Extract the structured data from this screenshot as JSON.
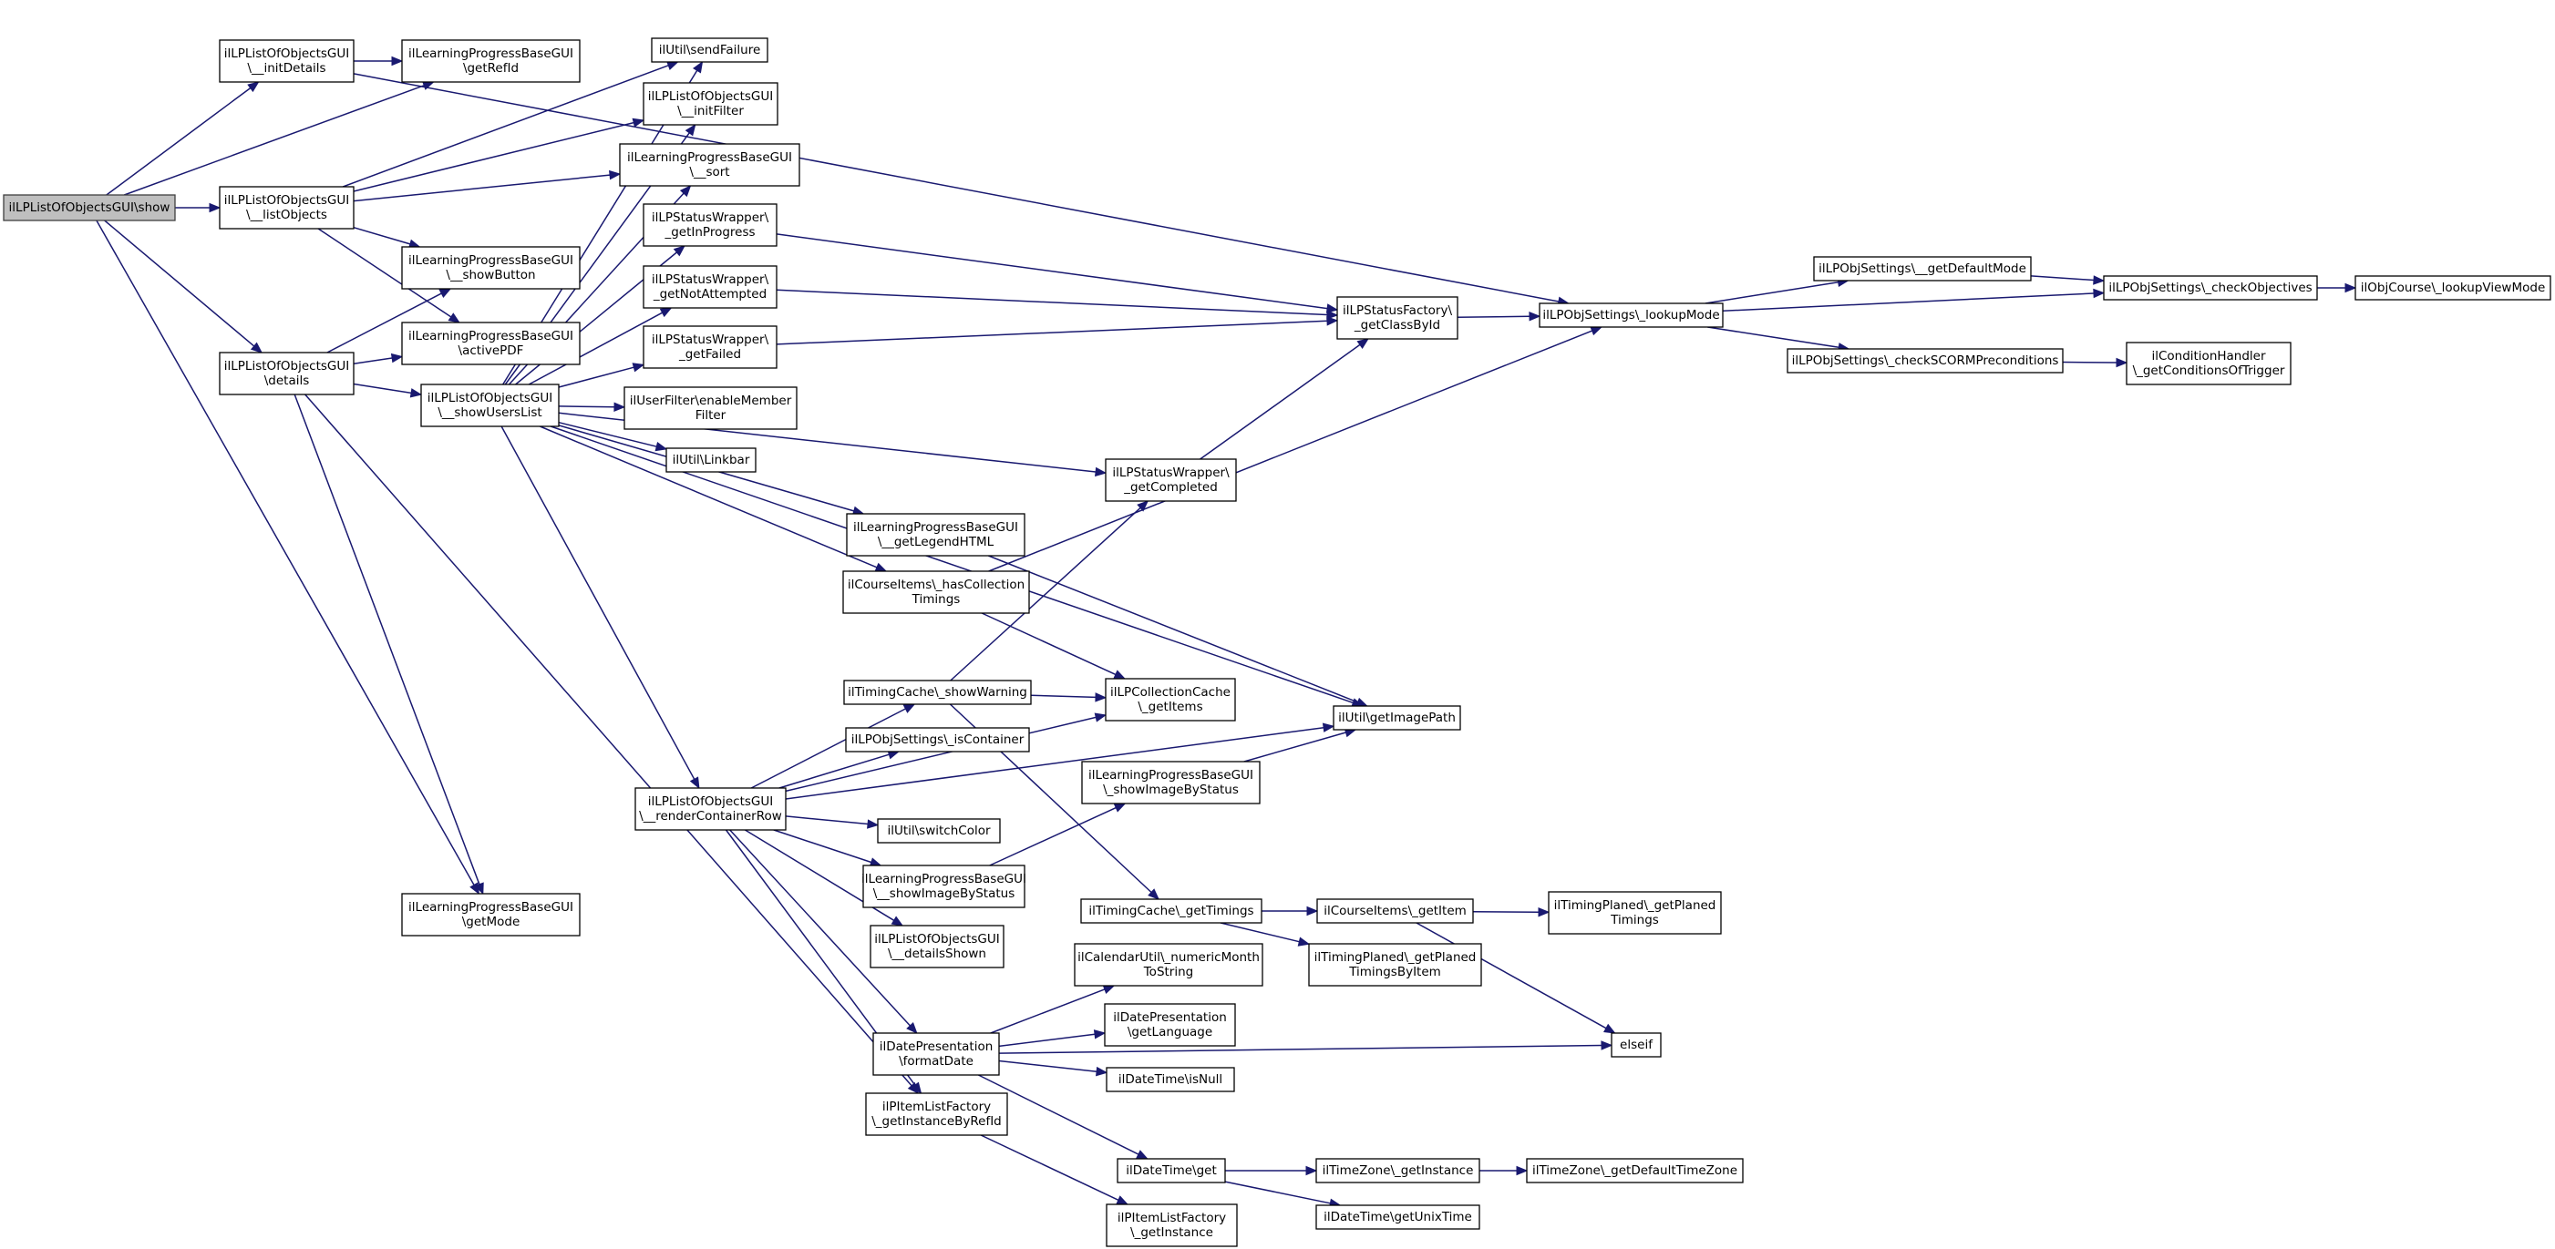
{
  "diagram": {
    "nodes": [
      {
        "id": "show",
        "lines": [
          "ilLPListOfObjectsGUI\\show"
        ],
        "root": true
      },
      {
        "id": "initDetails",
        "lines": [
          "ilLPListOfObjectsGUI",
          "\\__initDetails"
        ]
      },
      {
        "id": "listObjects",
        "lines": [
          "ilLPListOfObjectsGUI",
          "\\__listObjects"
        ]
      },
      {
        "id": "details",
        "lines": [
          "ilLPListOfObjectsGUI",
          "\\details"
        ]
      },
      {
        "id": "getRefId",
        "lines": [
          "ilLearningProgressBaseGUI",
          "\\getRefId"
        ]
      },
      {
        "id": "showButton",
        "lines": [
          "ilLearningProgressBaseGUI",
          "\\__showButton"
        ]
      },
      {
        "id": "activePDF",
        "lines": [
          "ilLearningProgressBaseGUI",
          "\\activePDF"
        ]
      },
      {
        "id": "getMode",
        "lines": [
          "ilLearningProgressBaseGUI",
          "\\getMode"
        ]
      },
      {
        "id": "showUsersList",
        "lines": [
          "ilLPListOfObjectsGUI",
          "\\__showUsersList"
        ]
      },
      {
        "id": "sendFailure",
        "lines": [
          "ilUtil\\sendFailure"
        ]
      },
      {
        "id": "initFilter",
        "lines": [
          "ilLPListOfObjectsGUI",
          "\\__initFilter"
        ]
      },
      {
        "id": "sort",
        "lines": [
          "ilLearningProgressBaseGUI",
          "\\__sort"
        ]
      },
      {
        "id": "getInProgress",
        "lines": [
          "ilLPStatusWrapper\\",
          "_getInProgress"
        ]
      },
      {
        "id": "getNotAttempted",
        "lines": [
          "ilLPStatusWrapper\\",
          "_getNotAttempted"
        ]
      },
      {
        "id": "getFailed",
        "lines": [
          "ilLPStatusWrapper\\",
          "_getFailed"
        ]
      },
      {
        "id": "enableMemberFilter",
        "lines": [
          "ilUserFilter\\enableMember",
          "Filter"
        ]
      },
      {
        "id": "linkbar",
        "lines": [
          "ilUtil\\Linkbar"
        ]
      },
      {
        "id": "getCompleted",
        "lines": [
          "ilLPStatusWrapper\\",
          "_getCompleted"
        ]
      },
      {
        "id": "getLegendHTML",
        "lines": [
          "ilLearningProgressBaseGUI",
          "\\__getLegendHTML"
        ]
      },
      {
        "id": "hasCollectionTimings",
        "lines": [
          "ilCourseItems\\_hasCollection",
          "Timings"
        ]
      },
      {
        "id": "getClassById",
        "lines": [
          "ilLPStatusFactory\\",
          "_getClassById"
        ]
      },
      {
        "id": "lookupMode",
        "lines": [
          "ilLPObjSettings\\_lookupMode"
        ]
      },
      {
        "id": "getDefaultMode",
        "lines": [
          "ilLPObjSettings\\__getDefaultMode"
        ]
      },
      {
        "id": "checkObjectives",
        "lines": [
          "ilLPObjSettings\\_checkObjectives"
        ]
      },
      {
        "id": "lookupViewMode",
        "lines": [
          "ilObjCourse\\_lookupViewMode"
        ]
      },
      {
        "id": "checkSCORM",
        "lines": [
          "ilLPObjSettings\\_checkSCORMPreconditions"
        ]
      },
      {
        "id": "getConditionsOfTrigger",
        "lines": [
          "ilConditionHandler",
          "\\_getConditionsOfTrigger"
        ]
      },
      {
        "id": "showWarning",
        "lines": [
          "ilTimingCache\\_showWarning"
        ]
      },
      {
        "id": "collectionGetItems",
        "lines": [
          "ilLPCollectionCache",
          "\\_getItems"
        ]
      },
      {
        "id": "getImagePath",
        "lines": [
          "ilUtil\\getImagePath"
        ]
      },
      {
        "id": "isContainer",
        "lines": [
          "ilLPObjSettings\\_isContainer"
        ]
      },
      {
        "id": "renderContainerRow",
        "lines": [
          "ilLPListOfObjectsGUI",
          "\\__renderContainerRow"
        ]
      },
      {
        "id": "showImageByStatus1",
        "lines": [
          "ilLearningProgressBaseGUI",
          "\\_showImageByStatus"
        ]
      },
      {
        "id": "switchColor",
        "lines": [
          "ilUtil\\switchColor"
        ]
      },
      {
        "id": "showImageByStatus2",
        "lines": [
          "ilLearningProgressBaseGUI",
          "\\__showImageByStatus"
        ]
      },
      {
        "id": "detailsShown",
        "lines": [
          "ilLPListOfObjectsGUI",
          "\\__detailsShown"
        ]
      },
      {
        "id": "getTimings",
        "lines": [
          "ilTimingCache\\_getTimings"
        ]
      },
      {
        "id": "courseGetItem",
        "lines": [
          "ilCourseItems\\_getItem"
        ]
      },
      {
        "id": "getPlanedTimings",
        "lines": [
          "ilTimingPlaned\\_getPlaned",
          "Timings"
        ]
      },
      {
        "id": "getPlanedTimingsByItem",
        "lines": [
          "ilTimingPlaned\\_getPlaned",
          "TimingsByItem"
        ]
      },
      {
        "id": "numericMonth",
        "lines": [
          "ilCalendarUtil\\_numericMonth",
          "ToString"
        ]
      },
      {
        "id": "getLanguage",
        "lines": [
          "ilDatePresentation",
          "\\getLanguage"
        ]
      },
      {
        "id": "formatDate",
        "lines": [
          "ilDatePresentation",
          "\\formatDate"
        ]
      },
      {
        "id": "isNull",
        "lines": [
          "ilDateTime\\isNull"
        ]
      },
      {
        "id": "elseif",
        "lines": [
          "elseif"
        ]
      },
      {
        "id": "getInstanceByRefId",
        "lines": [
          "ilPItemListFactory",
          "\\_getInstanceByRefId"
        ]
      },
      {
        "id": "dateTimeGet",
        "lines": [
          "ilDateTime\\get"
        ]
      },
      {
        "id": "tzGetInstance",
        "lines": [
          "ilTimeZone\\_getInstance"
        ]
      },
      {
        "id": "getDefaultTimeZone",
        "lines": [
          "ilTimeZone\\_getDefaultTimeZone"
        ]
      },
      {
        "id": "getUnixTime",
        "lines": [
          "ilDateTime\\getUnixTime"
        ]
      },
      {
        "id": "itemListGetInstance",
        "lines": [
          "ilPItemListFactory",
          "\\_getInstance"
        ]
      }
    ],
    "edges": [
      [
        "show",
        "initDetails"
      ],
      [
        "show",
        "listObjects"
      ],
      [
        "show",
        "details"
      ],
      [
        "show",
        "getRefId"
      ],
      [
        "show",
        "getMode"
      ],
      [
        "initDetails",
        "getRefId"
      ],
      [
        "initDetails",
        "lookupMode"
      ],
      [
        "listObjects",
        "sendFailure"
      ],
      [
        "listObjects",
        "initFilter"
      ],
      [
        "listObjects",
        "sort"
      ],
      [
        "listObjects",
        "showButton"
      ],
      [
        "listObjects",
        "activePDF"
      ],
      [
        "details",
        "showButton"
      ],
      [
        "details",
        "activePDF"
      ],
      [
        "details",
        "showUsersList"
      ],
      [
        "details",
        "getMode"
      ],
      [
        "details",
        "getInstanceByRefId"
      ],
      [
        "showUsersList",
        "sendFailure"
      ],
      [
        "showUsersList",
        "initFilter"
      ],
      [
        "showUsersList",
        "sort"
      ],
      [
        "showUsersList",
        "getInProgress"
      ],
      [
        "showUsersList",
        "getNotAttempted"
      ],
      [
        "showUsersList",
        "getFailed"
      ],
      [
        "showUsersList",
        "enableMemberFilter"
      ],
      [
        "showUsersList",
        "linkbar"
      ],
      [
        "showUsersList",
        "getCompleted"
      ],
      [
        "showUsersList",
        "getLegendHTML"
      ],
      [
        "showUsersList",
        "hasCollectionTimings"
      ],
      [
        "showUsersList",
        "getImagePath"
      ],
      [
        "showUsersList",
        "renderContainerRow"
      ],
      [
        "getInProgress",
        "getClassById"
      ],
      [
        "getNotAttempted",
        "getClassById"
      ],
      [
        "getFailed",
        "getClassById"
      ],
      [
        "getCompleted",
        "getClassById"
      ],
      [
        "getClassById",
        "lookupMode"
      ],
      [
        "lookupMode",
        "getDefaultMode"
      ],
      [
        "lookupMode",
        "checkObjectives"
      ],
      [
        "lookupMode",
        "checkSCORM"
      ],
      [
        "getDefaultMode",
        "checkObjectives"
      ],
      [
        "checkObjectives",
        "lookupViewMode"
      ],
      [
        "checkSCORM",
        "getConditionsOfTrigger"
      ],
      [
        "getLegendHTML",
        "getImagePath"
      ],
      [
        "hasCollectionTimings",
        "lookupMode"
      ],
      [
        "hasCollectionTimings",
        "collectionGetItems"
      ],
      [
        "showWarning",
        "getCompleted"
      ],
      [
        "showWarning",
        "collectionGetItems"
      ],
      [
        "showWarning",
        "getTimings"
      ],
      [
        "renderContainerRow",
        "showWarning"
      ],
      [
        "renderContainerRow",
        "isContainer"
      ],
      [
        "renderContainerRow",
        "collectionGetItems"
      ],
      [
        "renderContainerRow",
        "switchColor"
      ],
      [
        "renderContainerRow",
        "showImageByStatus2"
      ],
      [
        "renderContainerRow",
        "detailsShown"
      ],
      [
        "renderContainerRow",
        "getImagePath"
      ],
      [
        "renderContainerRow",
        "formatDate"
      ],
      [
        "renderContainerRow",
        "getInstanceByRefId"
      ],
      [
        "showImageByStatus2",
        "showImageByStatus1"
      ],
      [
        "showImageByStatus1",
        "getImagePath"
      ],
      [
        "getTimings",
        "courseGetItem"
      ],
      [
        "getTimings",
        "getPlanedTimingsByItem"
      ],
      [
        "courseGetItem",
        "getPlanedTimings"
      ],
      [
        "courseGetItem",
        "elseif"
      ],
      [
        "formatDate",
        "numericMonth"
      ],
      [
        "formatDate",
        "getLanguage"
      ],
      [
        "formatDate",
        "isNull"
      ],
      [
        "formatDate",
        "elseif"
      ],
      [
        "formatDate",
        "dateTimeGet"
      ],
      [
        "getInstanceByRefId",
        "itemListGetInstance"
      ],
      [
        "dateTimeGet",
        "tzGetInstance"
      ],
      [
        "dateTimeGet",
        "getUnixTime"
      ],
      [
        "tzGetInstance",
        "getDefaultTimeZone"
      ]
    ]
  }
}
